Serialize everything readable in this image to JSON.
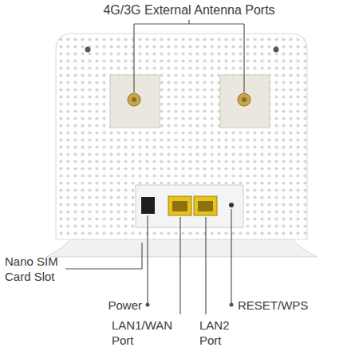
{
  "diagram": {
    "labels": [
      "4G/3G External Antenna Ports",
      "Nano SIM Card Slot",
      "Power",
      "RESET/WPS",
      "LAN1/WAN Port",
      "LAN2 Port"
    ]
  }
}
